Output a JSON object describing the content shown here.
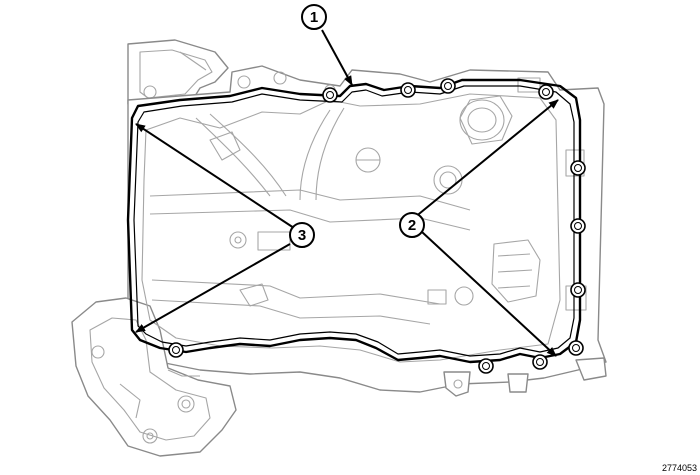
{
  "callouts": {
    "c1": "1",
    "c2": "2",
    "c3": "3"
  },
  "figure_id": "2774053",
  "colors": {
    "line_art": "#8a8a8a",
    "gasket": "#000000",
    "background": "#ffffff"
  }
}
